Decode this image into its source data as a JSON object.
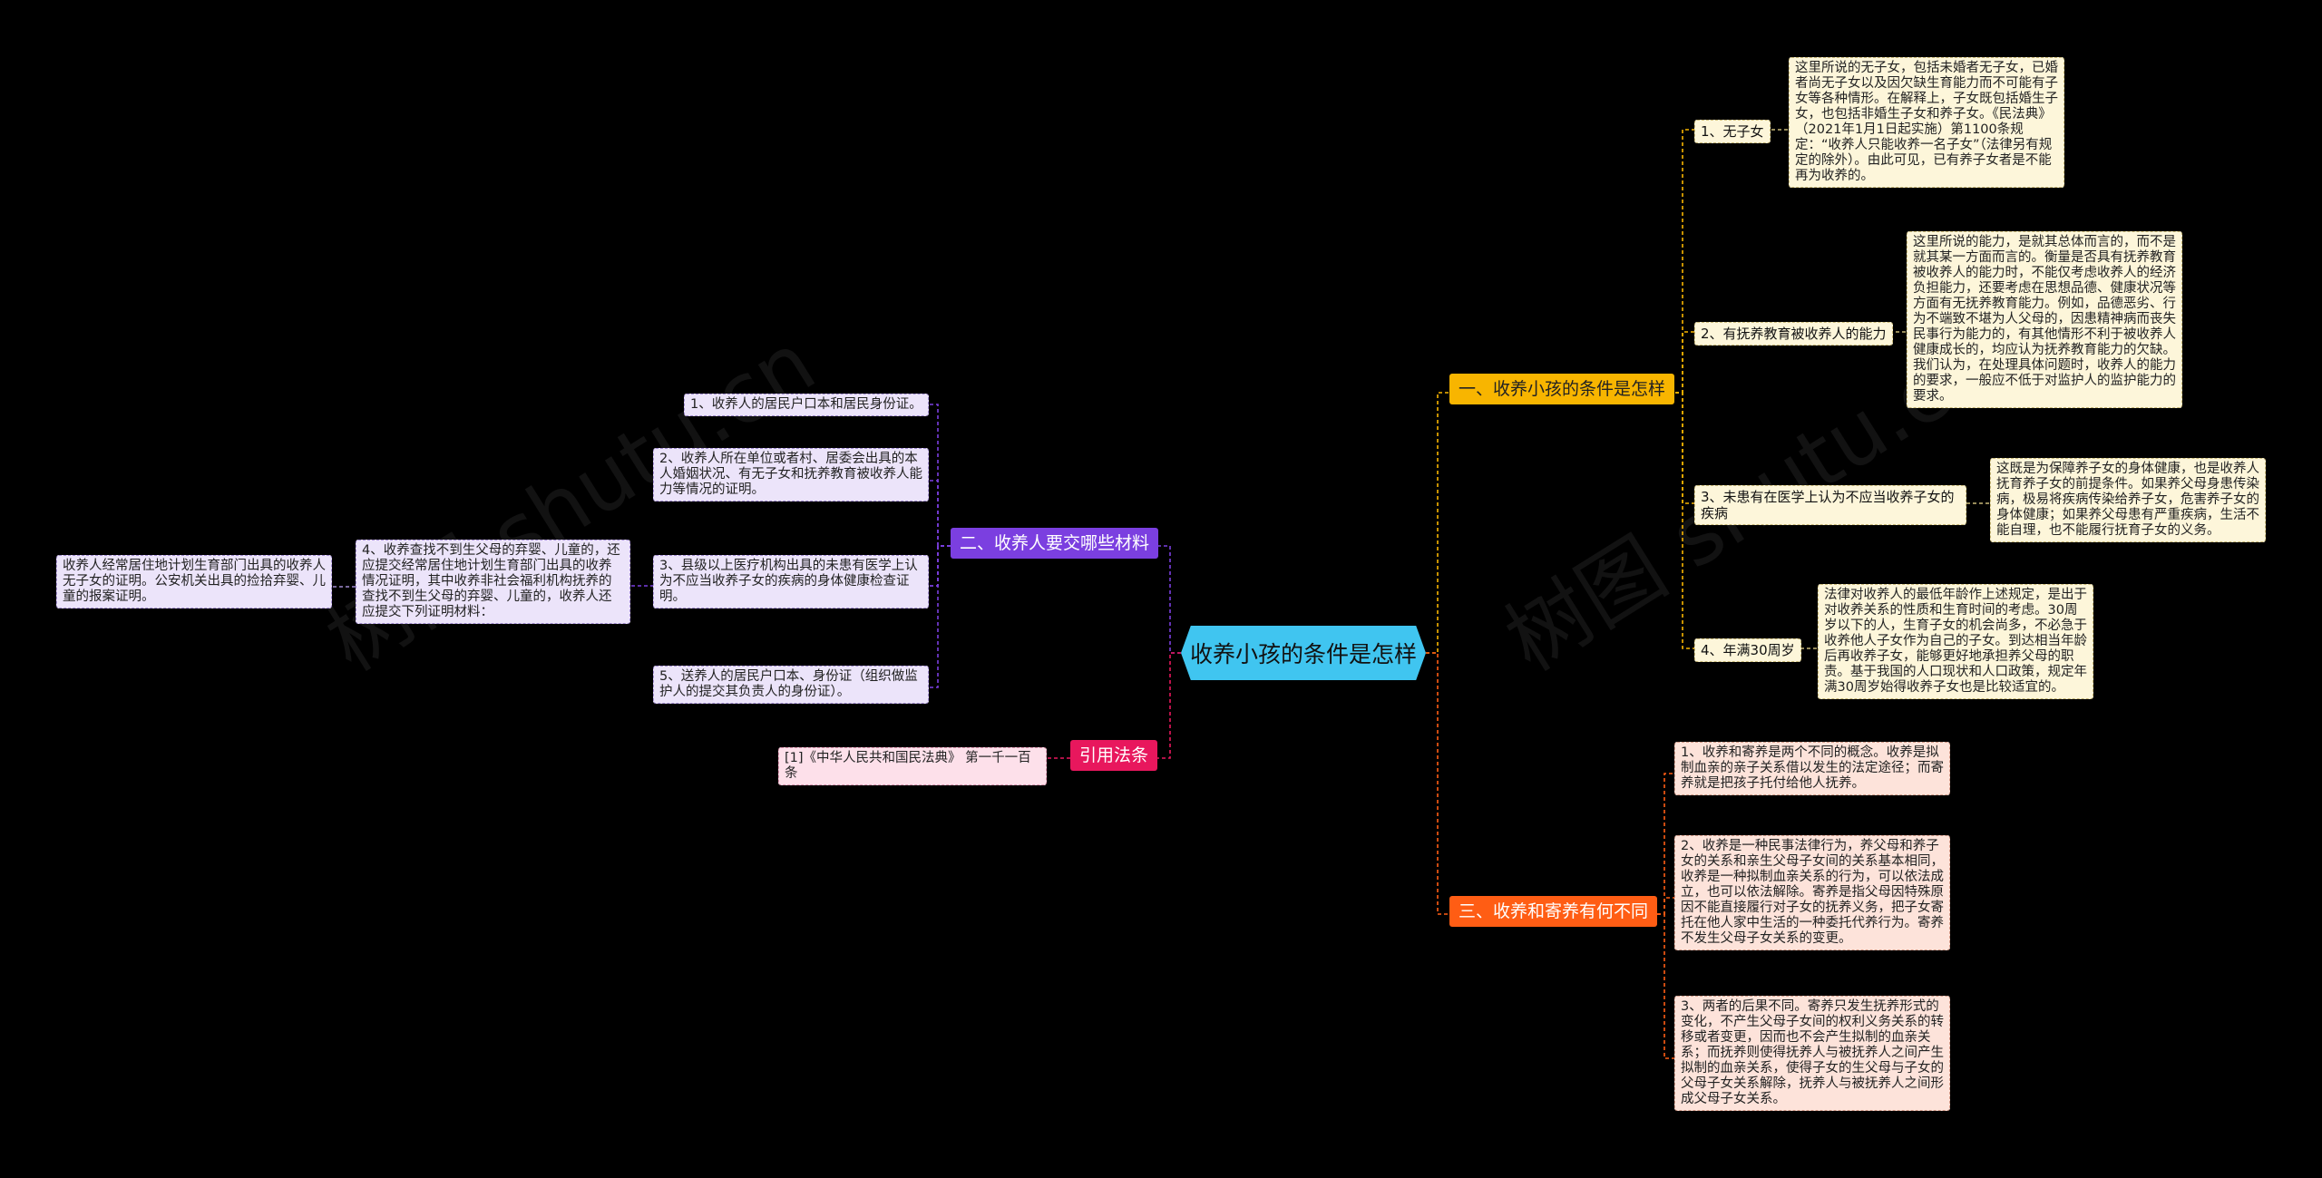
{
  "root": "收养小孩的条件是怎样",
  "watermarks": [
    "树图 shutu.cn",
    "树图 shutu.cn"
  ],
  "sections": {
    "s1": "一、收养小孩的条件是怎样",
    "s2": "二、收养人要交哪些材料",
    "s3": "三、收养和寄养有何不同",
    "s4": "引用法条"
  },
  "s1_items": {
    "l1": "1、无子女",
    "d1": "这里所说的无子女，包括未婚者无子女，已婚者尚无子女以及因欠缺生育能力而不可能有子女等各种情形。在解释上，子女既包括婚生子女，也包括非婚生子女和养子女。《民法典》（2021年1月1日起实施）第1100条规定：“收养人只能收养一名子女”（法律另有规定的除外）。由此可见，已有养子女者是不能再为收养的。",
    "l2": "2、有抚养教育被收养人的能力",
    "d2": "这里所说的能力，是就其总体而言的，而不是就其某一方面而言的。衡量是否具有抚养教育被收养人的能力时，不能仅考虑收养人的经济负担能力，还要考虑在思想品德、健康状况等方面有无抚养教育能力。例如，品德恶劣、行为不端致不堪为人父母的，因患精神病而丧失民事行为能力的，有其他情形不利于被收养人健康成长的，均应认为抚养教育能力的欠缺。我们认为，在处理具体问题时，收养人的能力的要求，一般应不低于对监护人的监护能力的要求。",
    "l3": "3、未患有在医学上认为不应当收养子女的疾病",
    "d3": "这既是为保障养子女的身体健康，也是收养人抚育养子女的前提条件。如果养父母身患传染病，极易将疾病传染给养子女，危害养子女的身体健康；如果养父母患有严重疾病，生活不能自理，也不能履行抚育子女的义务。",
    "l4": "4、年满30周岁",
    "d4": "法律对收养人的最低年龄作上述规定，是出于对收养关系的性质和生育时间的考虑。30周岁以下的人，生育子女的机会尚多，不必急于收养他人子女作为自己的子女。到达相当年龄后再收养子女，能够更好地承担养父母的职责。基于我国的人口现状和人口政策，规定年满30周岁始得收养子女也是比较适宜的。"
  },
  "s2_items": {
    "m1": "1、收养人的居民户口本和居民身份证。",
    "m2": "2、收养人所在单位或者村、居委会出具的本人婚姻状况、有无子女和抚养教育被收养人能力等情况的证明。",
    "m3": "3、县级以上医疗机构出具的未患有医学上认为不应当收养子女的疾病的身体健康检查证明。",
    "m4": "4、收养查找不到生父母的弃婴、儿童的，还应提交经常居住地计划生育部门出具的收养情况证明，其中收养非社会福利机构抚养的查找不到生父母的弃婴、儿童的，收养人还应提交下列证明材料：",
    "m4a": "收养人经常居住地计划生育部门出具的收养人无子女的证明。公安机关出具的捡拾弃婴、儿童的报案证明。",
    "m5": "5、送养人的居民户口本、身份证（组织做监护人的提交其负责人的身份证）。"
  },
  "s3_items": {
    "c1": "1、收养和寄养是两个不同的概念。收养是拟制血亲的亲子关系借以发生的法定途径；而寄养就是把孩子托付给他人抚养。",
    "c2": "2、收养是一种民事法律行为，养父母和养子女的关系和亲生父母子女间的关系基本相同，收养是一种拟制血亲关系的行为，可以依法成立，也可以依法解除。寄养是指父母因特殊原因不能直接履行对子女的抚养义务，把子女寄托在他人家中生活的一种委托代养行为。寄养不发生父母子女关系的变更。",
    "c3": "3、两者的后果不同。寄养只发生抚养形式的变化，不产生父母子女间的权利义务关系的转移或者变更，因而也不会产生拟制的血亲关系；而抚养则使得抚养人与被抚养人之间产生拟制的血亲关系，使得子女的生父母与子女的父母子女关系解除，抚养人与被抚养人之间形成父母子女关系。"
  },
  "s4_items": {
    "r1": "[1]《中华人民共和国民法典》 第一千一百条"
  },
  "colors": {
    "background": "#000000",
    "root": "#40c5f0",
    "section1": "#f8b500",
    "section2": "#7b3fe0",
    "section3": "#ff5d14",
    "section4": "#e8175d",
    "cream": "#fdf6da",
    "lavender": "#ece4fa",
    "peach": "#fde3da",
    "pink": "#fde0ea"
  }
}
